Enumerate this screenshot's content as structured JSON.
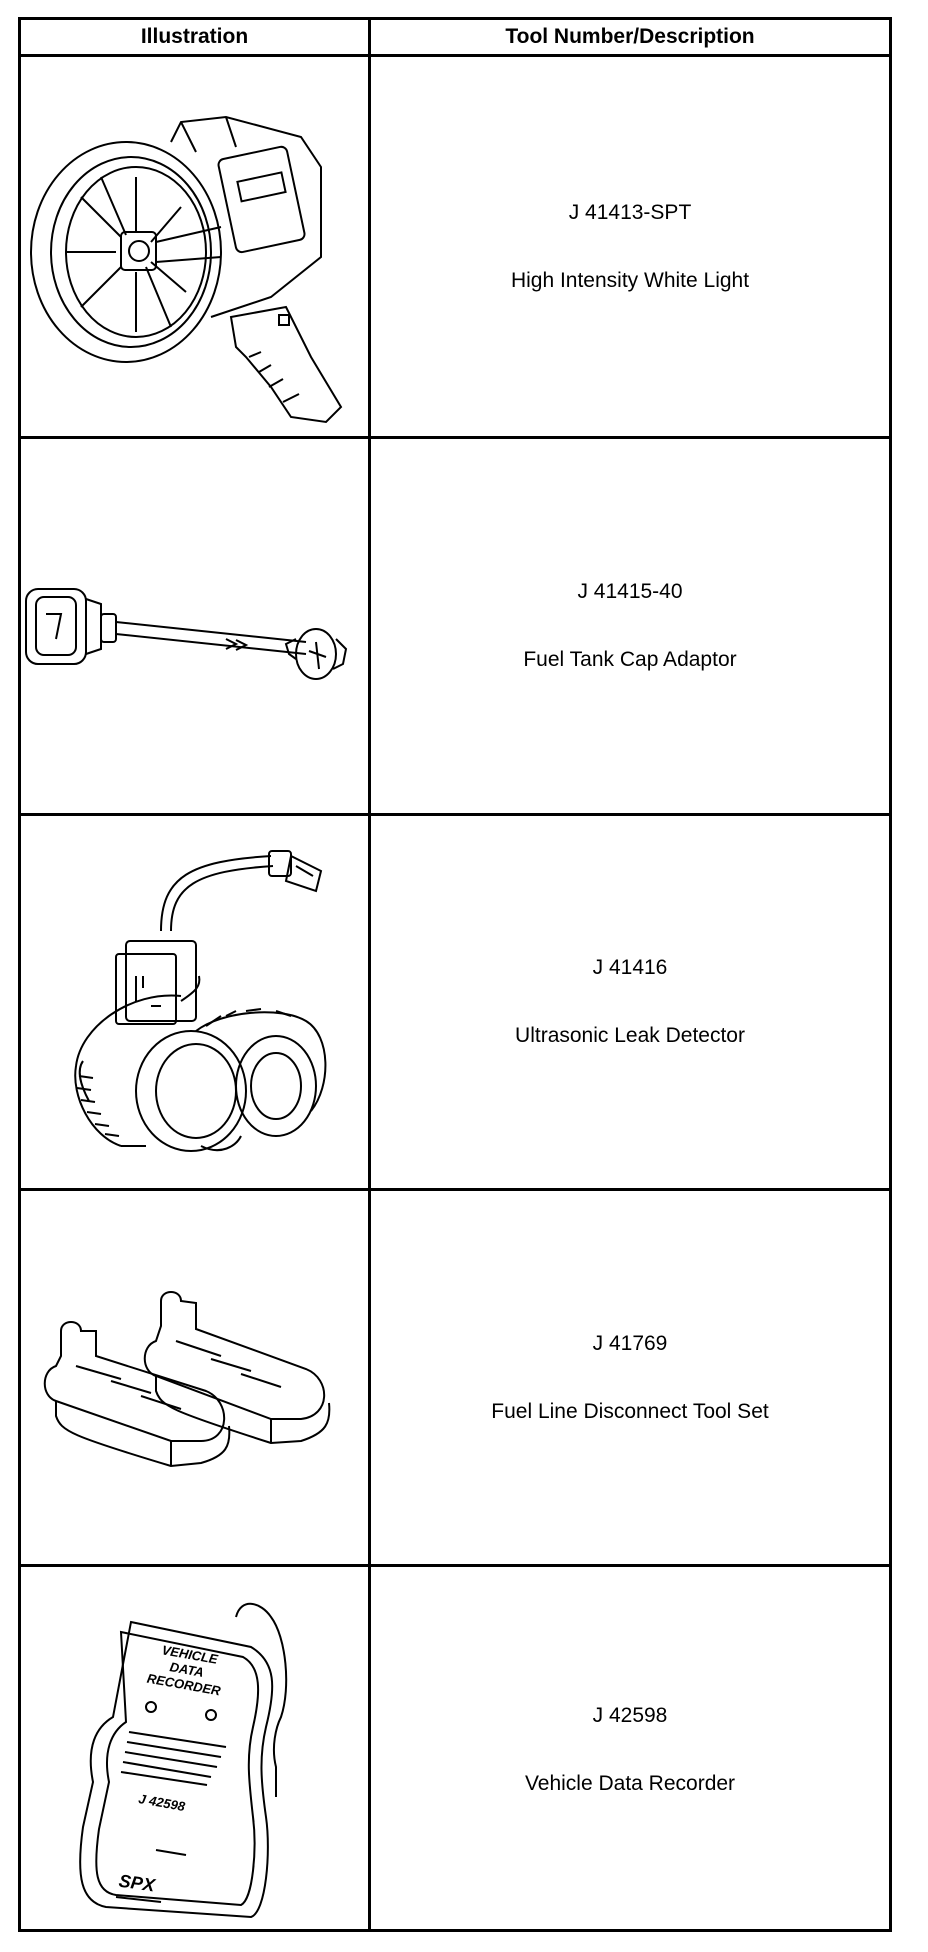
{
  "header": {
    "illustration_label": "Illustration",
    "description_label": "Tool Number/Description"
  },
  "tools": [
    {
      "number": "J 41413-SPT",
      "description": "High Intensity White Light",
      "icon": "spotlight-icon"
    },
    {
      "number": "J 41415-40",
      "description": "Fuel Tank Cap Adaptor",
      "icon": "cap-adaptor-icon"
    },
    {
      "number": "J 41416",
      "description": "Ultrasonic Leak Detector",
      "icon": "leak-detector-icon"
    },
    {
      "number": "J 41769",
      "description": "Fuel Line Disconnect Tool Set",
      "icon": "disconnect-tools-icon"
    },
    {
      "number": "J 42598",
      "description": "Vehicle Data Recorder",
      "icon": "data-recorder-icon",
      "device_text": {
        "title_1": "VEHICLE",
        "title_2": "DATA",
        "title_3": "RECORDER",
        "model": "J 42598",
        "brand": "SPX"
      }
    }
  ]
}
